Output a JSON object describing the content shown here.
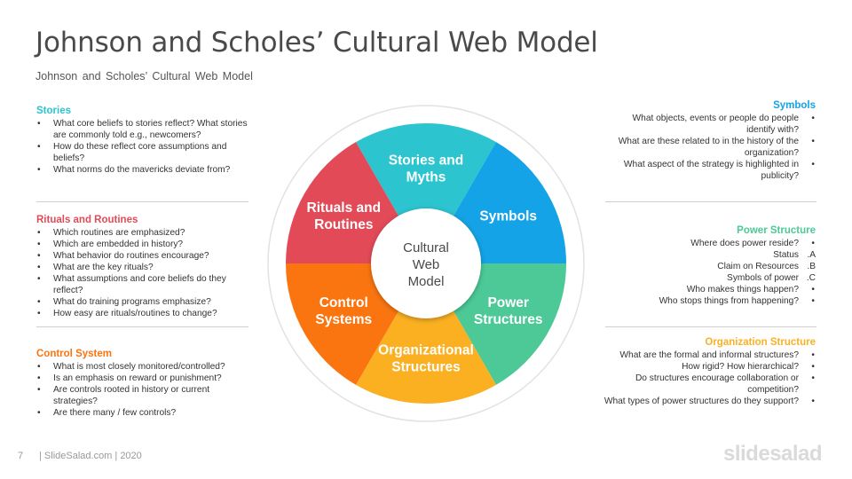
{
  "header": {
    "title": "Johnson and Scholes’ Cultural Web Model",
    "subtitle": "Johnson and Scholes’ Cultural Web Model"
  },
  "colors": {
    "stories": "#2cc4cf",
    "symbols": "#14a3e6",
    "power": "#4cc996",
    "organization": "#fbb022",
    "control": "#fa7510",
    "rituals": "#e34a58"
  },
  "wheel": {
    "center": [
      "Cultural",
      "Web",
      "Model"
    ],
    "segments": {
      "stories": [
        "Stories and",
        "Myths"
      ],
      "symbols": [
        "Symbols"
      ],
      "power": [
        "Power",
        "Structures"
      ],
      "organization": [
        "Organizational",
        "Structures"
      ],
      "control": [
        "Control",
        "Systems"
      ],
      "rituals": [
        "Rituals and",
        "Routines"
      ]
    }
  },
  "left_panels": {
    "stories": {
      "heading": "Stories",
      "items": [
        "What core beliefs to stories reflect? What stories are commonly told e.g., newcomers?",
        "How do these reflect core assumptions and beliefs?",
        "What norms do the mavericks deviate from?"
      ]
    },
    "rituals": {
      "heading": "Rituals and Routines",
      "items": [
        "Which routines are emphasized?",
        "Which are embedded in history?",
        "What behavior do routines encourage?",
        "What are the key rituals?",
        "What assumptions and core beliefs do they reflect?",
        "What do training programs emphasize?",
        "How easy are rituals/routines to change?"
      ]
    },
    "control": {
      "heading": "Control System",
      "items": [
        "What is most closely monitored/controlled?",
        "Is an emphasis on reward or punishment?",
        "Are controls rooted in history or current strategies?",
        "Are there many / few controls?"
      ]
    }
  },
  "right_panels": {
    "symbols": {
      "heading": "Symbols",
      "items": [
        "What objects, events or people do people identify with?",
        "What are these related to in the history of the organization?",
        "What aspect of the strategy is highlighted in publicity?"
      ]
    },
    "power": {
      "heading": "Power Structure",
      "item1": "Where does power reside?",
      "sub": [
        {
          "text": "Status",
          "letter": ".A"
        },
        {
          "text": "Claim on Resources",
          "letter": ".B"
        },
        {
          "text": "Symbols of power",
          "letter": ".C"
        }
      ],
      "item2": "Who makes things happen?",
      "item3": "Who stops things from happening?"
    },
    "organization": {
      "heading": "Organization Structure",
      "items": [
        "What are the formal and informal structures?",
        "How rigid? How hierarchical?",
        "Do structures encourage collaboration or competition?",
        "What types of power structures do they support?"
      ]
    }
  },
  "footer": {
    "page": "7",
    "text": "| SlideSalad.com | 2020",
    "logo": "slidesalad"
  }
}
